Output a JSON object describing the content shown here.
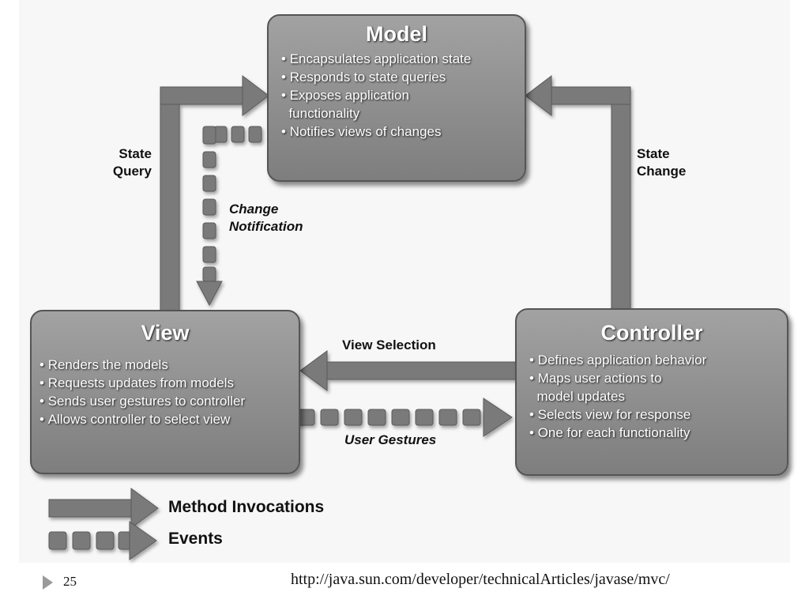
{
  "model": {
    "title": "Model",
    "items": [
      "Encapsulates application state",
      "Responds to state queries",
      "Exposes application",
      "functionality",
      "Notifies views of changes"
    ]
  },
  "view": {
    "title": "View",
    "items": [
      "Renders the models",
      "Requests updates from models",
      "Sends user gestures to controller",
      "Allows controller to select view"
    ]
  },
  "controller": {
    "title": "Controller",
    "items": [
      "Defines application behavior",
      "Maps user actions to",
      "model updates",
      "Selects view for response",
      "One for each functionality"
    ]
  },
  "labels": {
    "state_query_1": "State",
    "state_query_2": "Query",
    "state_change_1": "State",
    "state_change_2": "Change",
    "change_notification_1": "Change",
    "change_notification_2": "Notification",
    "view_selection": "View Selection",
    "user_gestures": "User Gestures"
  },
  "legend": {
    "method_invocations": "Method Invocations",
    "events": "Events"
  },
  "footer": {
    "page_number": "25",
    "url": "http://java.sun.com/developer/technicalArticles/javase/mvc/"
  },
  "colors": {
    "arrow": "#7a7a7a",
    "box": "#8f8f8f",
    "text_dark": "#111111"
  }
}
